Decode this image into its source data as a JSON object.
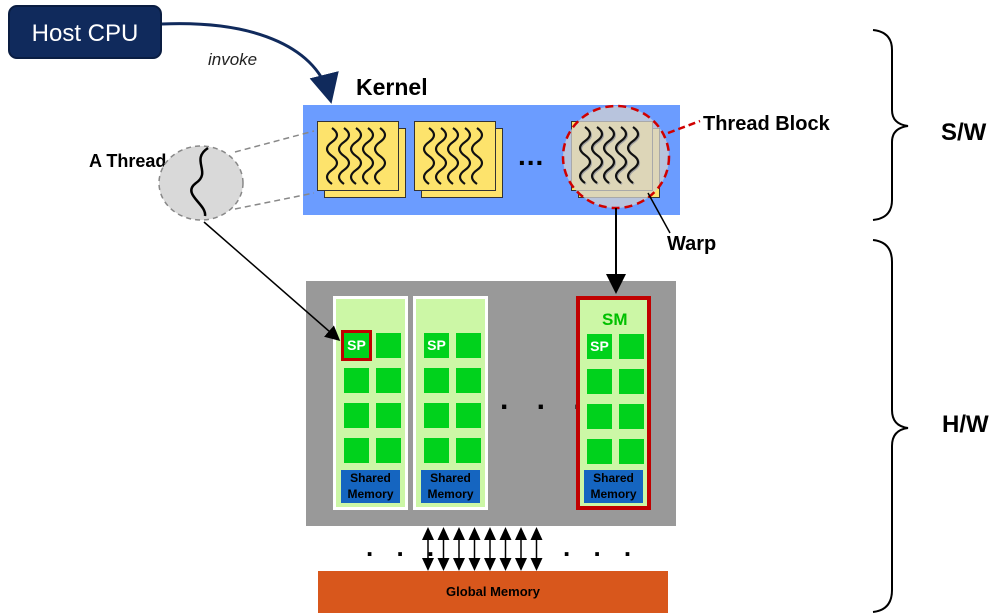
{
  "host_cpu": {
    "label": "Host CPU"
  },
  "invoke_label": "invoke",
  "kernel": {
    "title": "Kernel",
    "ellipsis": "..."
  },
  "labels": {
    "a_thread": "A Thread",
    "thread_block": "Thread Block",
    "warp": "Warp",
    "sw": "S/W",
    "hw": "H/W"
  },
  "gpu": {
    "sm_label": "SM",
    "sp_label": "SP",
    "shared_memory": "Shared Memory",
    "ellipsis": ". . .",
    "bus_ellipsis_left": ". . .",
    "bus_ellipsis_right": ". . ."
  },
  "global_memory": {
    "label": "Global Memory"
  },
  "colors": {
    "host_cpu": "#102a5c",
    "kernel_bg": "#6b9cff",
    "thread_block": "#fde36c",
    "gpu_bg": "#999999",
    "sm_bg": "#ccf7a6",
    "sp": "#00d21c",
    "shared_memory": "#1565c0",
    "highlight": "#c00000",
    "global_memory": "#d8571c"
  }
}
